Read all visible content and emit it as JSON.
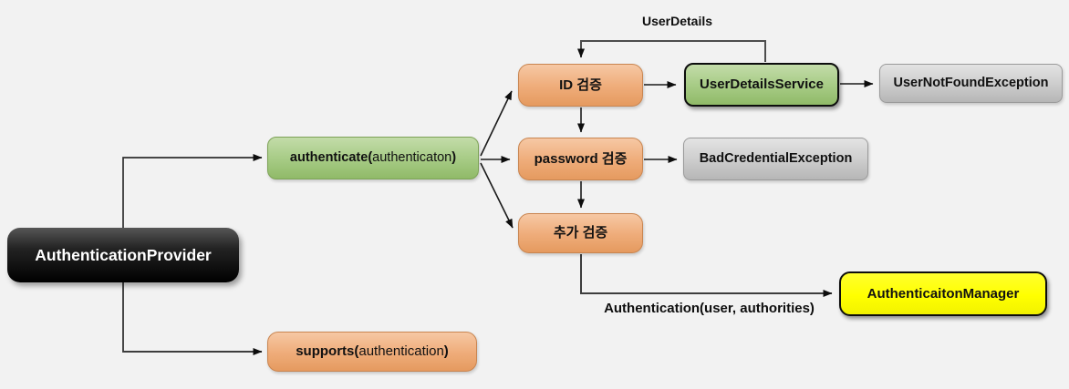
{
  "diagram": {
    "nodes": {
      "authentication_provider": {
        "label": "AuthenticationProvider"
      },
      "authenticate": {
        "bold_open": "authenticate(",
        "arg": "authenticaton",
        "bold_close": ")"
      },
      "supports": {
        "bold_open": "supports(",
        "arg": "authentication",
        "bold_close": ")"
      },
      "id_check": {
        "label": "ID 검증"
      },
      "password_check": {
        "label": "password 검증"
      },
      "extra_check": {
        "label": "추가 검증"
      },
      "user_details_service": {
        "label": "UserDetailsService"
      },
      "user_not_found_exception": {
        "label": "UserNotFoundException"
      },
      "bad_credential_exception": {
        "label": "BadCredentialException"
      },
      "authentication_manager": {
        "label": "AuthenticaitonManager"
      }
    },
    "edge_labels": {
      "user_details": "UserDetails",
      "authentication_args": "Authentication(user, authorities)"
    },
    "colors": {
      "background": "#f2f2f2",
      "orange_fill": "#efad7b",
      "orange_border": "#c98550",
      "green_fill": "#a8cc87",
      "green_border": "#7da257",
      "gray_fill": "#cecece",
      "gray_border": "#9a9a9a",
      "yellow_fill": "#ffff00",
      "black_fill": "#0d0d0d",
      "line": "#404040"
    }
  }
}
